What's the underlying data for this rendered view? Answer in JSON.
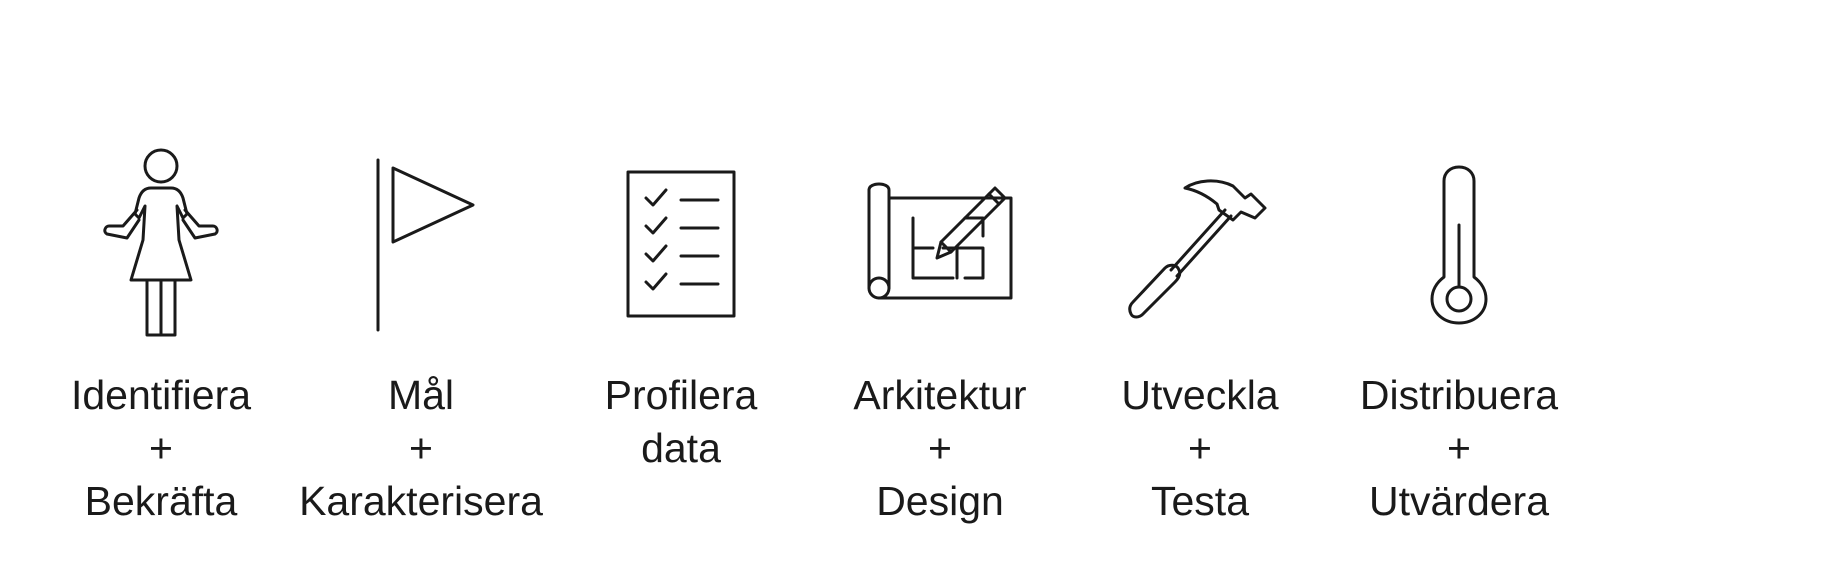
{
  "steps": [
    {
      "icon": "person-shrug-icon",
      "lines": [
        "Identifiera",
        "+",
        "Bekräfta"
      ]
    },
    {
      "icon": "flag-icon",
      "lines": [
        "Mål",
        "+",
        "Karakterisera"
      ]
    },
    {
      "icon": "checklist-icon",
      "lines": [
        "Profilera",
        "data"
      ]
    },
    {
      "icon": "blueprint-pencil-icon",
      "lines": [
        "Arkitektur",
        "+",
        "Design"
      ]
    },
    {
      "icon": "hammer-icon",
      "lines": [
        "Utveckla",
        "+",
        "Testa"
      ]
    },
    {
      "icon": "thermometer-icon",
      "lines": [
        "Distribuera",
        "+",
        "Utvärdera"
      ]
    }
  ]
}
